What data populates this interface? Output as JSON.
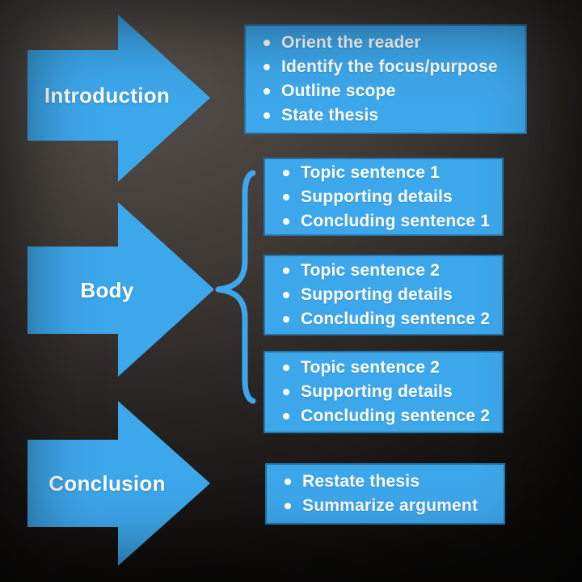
{
  "diagram": {
    "accent_color": "#3da7eb",
    "text_color": "#ffffff",
    "background_top": "#57514c",
    "background_bottom": "#0a0908",
    "arrows": {
      "introduction": {
        "label": "Introduction"
      },
      "body": {
        "label": "Body"
      },
      "conclusion": {
        "label": "Conclusion"
      }
    },
    "boxes": {
      "introduction": {
        "items": [
          "Orient the reader",
          "Identify the focus/purpose",
          "Outline scope",
          "State thesis"
        ]
      },
      "body1": {
        "items": [
          "Topic sentence 1",
          "Supporting details",
          "Concluding sentence 1"
        ]
      },
      "body2": {
        "items": [
          "Topic sentence 2",
          "Supporting details",
          "Concluding sentence 2"
        ]
      },
      "body3": {
        "items": [
          "Topic sentence 2",
          "Supporting details",
          "Concluding sentence 2"
        ]
      },
      "conclusion": {
        "items": [
          "Restate thesis",
          "Summarize argument"
        ]
      }
    }
  }
}
